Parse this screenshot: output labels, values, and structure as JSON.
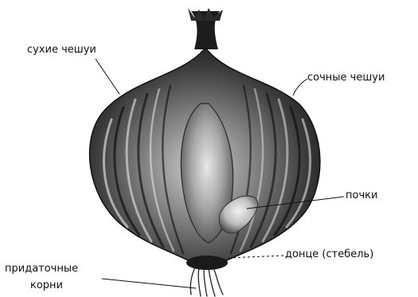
{
  "figure": {
    "labels": {
      "dry_scales": "сухие чешуи",
      "juicy_scales": "сочные чешуи",
      "buds": "почки",
      "base": "донце (стебель)",
      "roots_line1": "придаточные",
      "roots_line2": "корни"
    },
    "colors": {
      "ink": "#111111",
      "bulb_dark": "#1a1a1a",
      "bulb_mid": "#6e6e6e",
      "bulb_light": "#d8d8d8"
    }
  }
}
